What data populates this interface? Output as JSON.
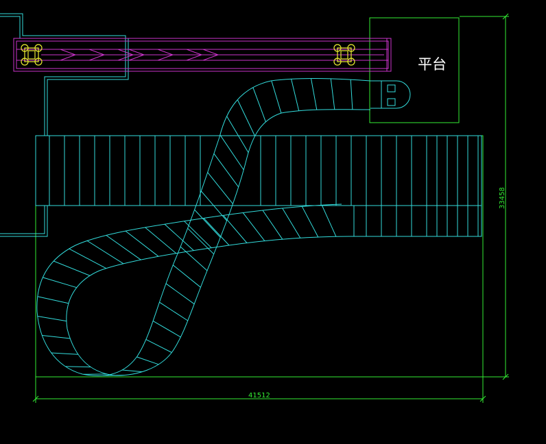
{
  "drawing": {
    "background": "#000000",
    "colors": {
      "slide": "#33dddd",
      "dimension": "#33ee33",
      "conveyor": "#cc33cc",
      "fixture": "#eeee33",
      "wall": "#33dddd",
      "text": "#ffffff"
    }
  },
  "labels": {
    "platform": "平台",
    "width_dimension": "41512",
    "height_dimension": "33458"
  },
  "elements": {
    "conveyor_arrow_count": 7,
    "fixture_count": 2,
    "entry_box_count": 2
  }
}
